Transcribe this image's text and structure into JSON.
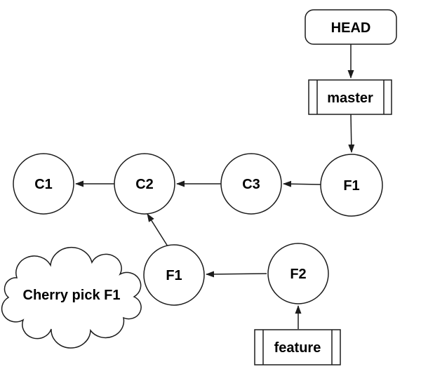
{
  "diagram": {
    "kind": "git-commit-graph",
    "background": "#ffffff",
    "stroke_color": "#1c1c1c",
    "text_color": "#000000",
    "nodes": {
      "head": {
        "label": "HEAD",
        "shape": "rounded-rectangle"
      },
      "master": {
        "label": "master",
        "shape": "double-bar-rectangle"
      },
      "feature": {
        "label": "feature",
        "shape": "double-bar-rectangle"
      },
      "c1": {
        "label": "C1",
        "shape": "circle"
      },
      "c2": {
        "label": "C2",
        "shape": "circle"
      },
      "c3": {
        "label": "C3",
        "shape": "circle"
      },
      "f1_master": {
        "label": "F1",
        "shape": "circle"
      },
      "f1_feature": {
        "label": "F1",
        "shape": "circle"
      },
      "f2": {
        "label": "F2",
        "shape": "circle"
      }
    },
    "annotation": {
      "label": "Cherry pick F1",
      "shape": "cloud"
    },
    "edges": [
      {
        "from": "HEAD",
        "to": "master"
      },
      {
        "from": "master",
        "to": "F1 (master)"
      },
      {
        "from": "F1 (master)",
        "to": "C3"
      },
      {
        "from": "C3",
        "to": "C2"
      },
      {
        "from": "C2",
        "to": "C1"
      },
      {
        "from": "F1 (feature)",
        "to": "C2"
      },
      {
        "from": "F2",
        "to": "F1 (feature)"
      },
      {
        "from": "feature",
        "to": "F2"
      }
    ]
  }
}
